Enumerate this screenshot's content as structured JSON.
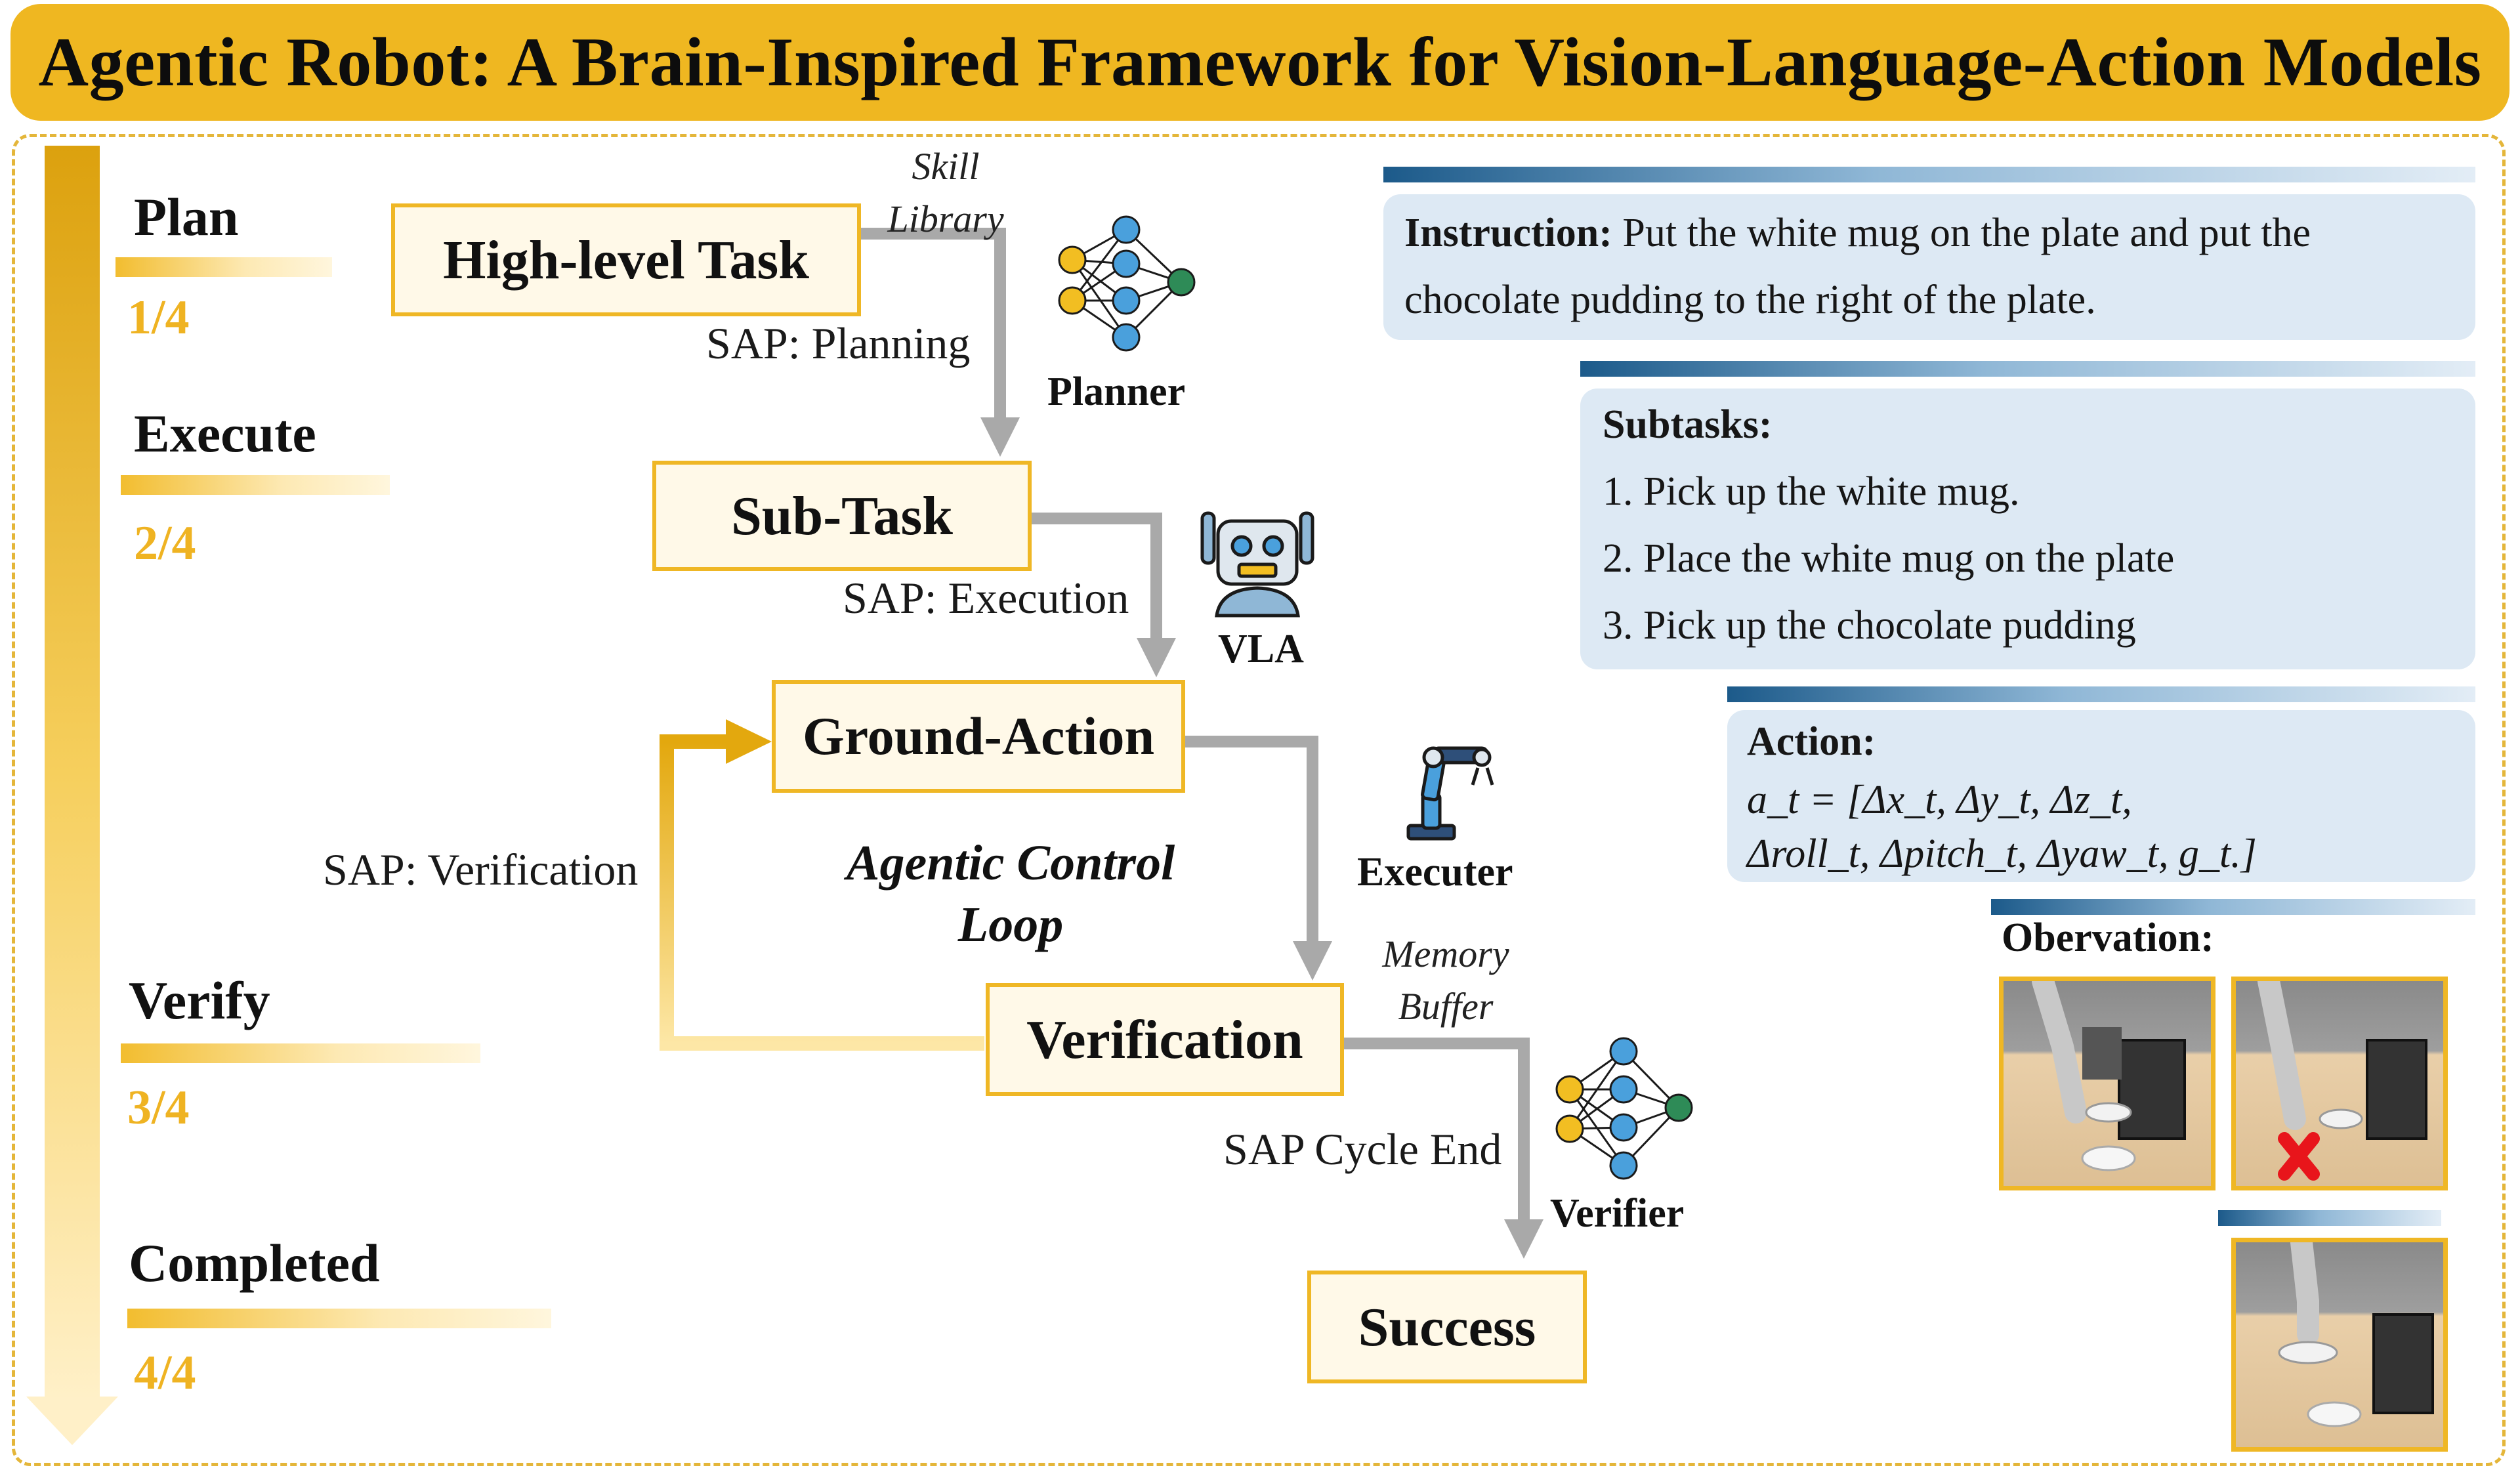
{
  "title": "Agentic Robot: A Brain-Inspired Framework for Vision-Language-Action Models",
  "stages": [
    {
      "label": "Plan",
      "count": "1/4"
    },
    {
      "label": "Execute",
      "count": "2/4"
    },
    {
      "label": "Verify",
      "count": "3/4"
    },
    {
      "label": "Completed",
      "count": "4/4"
    }
  ],
  "flow": {
    "high_level_task": "High-level Task",
    "sub_task": "Sub-Task",
    "ground_action": "Ground-Action",
    "verification": "Verification",
    "success": "Success",
    "skill_library_line1": "Skill",
    "skill_library_line2": "Library",
    "memory_buffer_line1": "Memory",
    "memory_buffer_line2": "Buffer",
    "sap_planning": "SAP: Planning",
    "sap_execution": "SAP: Execution",
    "sap_verification": "SAP: Verification",
    "sap_cycle_end": "SAP Cycle End",
    "loop_line1": "Agentic Control",
    "loop_line2": "Loop"
  },
  "agents": {
    "planner": "Planner",
    "vla": "VLA",
    "executer": "Executer",
    "verifier": "Verifier"
  },
  "panels": {
    "instruction_label": "Instruction:",
    "instruction_text": "Put the white mug on the plate and put the chocolate pudding to the right of the plate.",
    "subtasks_label": "Subtasks:",
    "subtasks": [
      "1.  Pick up the white mug.",
      "2.  Place the white mug on the plate",
      "3.  Pick up the chocolate pudding"
    ],
    "action_label": "Action:",
    "action_line1": "a_t = [Δx_t, Δy_t, Δz_t,",
    "action_line2": "Δroll_t, Δpitch_t, Δyaw_t, g_t.]",
    "observation_label": "Obervation:"
  },
  "colors": {
    "accent_gold": "#efb721",
    "connector_gray": "#a9a9a9",
    "panel_blue": "#dde9f4",
    "rule_blue": "#1c5a8a",
    "node_yellow": "#f2be22",
    "node_blue": "#4aa0dc",
    "node_green": "#2e8b57",
    "fail_red": "#e8151b"
  }
}
